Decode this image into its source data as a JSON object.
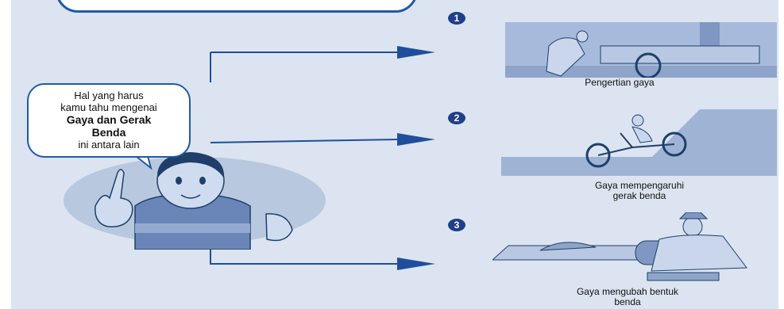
{
  "bubble": {
    "line1": "Hal yang harus",
    "line2": "kamu tahu mengenai",
    "bold1": "Gaya dan Gerak",
    "bold2": "Benda",
    "line3": "ini antara lain"
  },
  "items": [
    {
      "number": "1",
      "caption": "Pengertian gaya"
    },
    {
      "number": "2",
      "caption_line1": "Gaya mempengaruhi",
      "caption_line2": "gerak benda"
    },
    {
      "number": "3",
      "caption_line1": "Gaya mengubah bentuk",
      "caption_line2": "benda"
    }
  ],
  "colors": {
    "panel": "#dbe4f0",
    "outline": "#1f5aa8",
    "arrow": "#1f4f9c",
    "badge": "#1f3f8a",
    "scene": "#9aaed0"
  }
}
